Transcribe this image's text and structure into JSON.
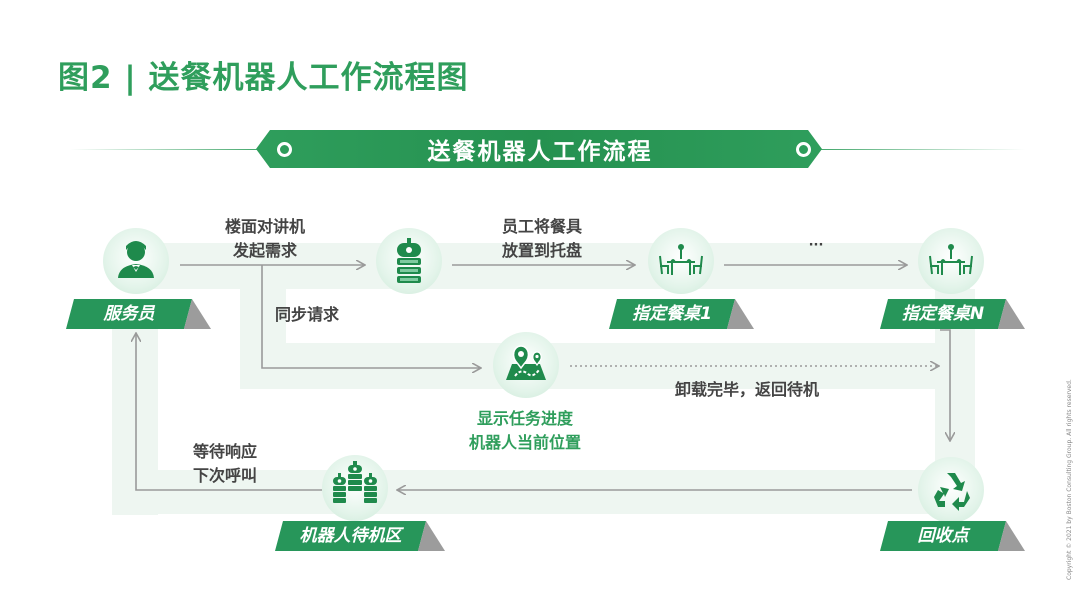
{
  "title": "图2 | 送餐机器人工作流程图",
  "banner": "送餐机器人工作流程",
  "nodes": {
    "waiter": "服务员",
    "table1": "指定餐桌1",
    "tableN": "指定餐桌N",
    "recycle": "回收点",
    "standby": "机器人待机区"
  },
  "texts": {
    "intercom_line1": "楼面对讲机",
    "intercom_line2": "发起需求",
    "staff_line1": "员工将餐具",
    "staff_line2": "放置到托盘",
    "ellipsis": "···",
    "sync": "同步请求",
    "unload": "卸载完毕，返回待机",
    "progress_line1": "显示任务进度",
    "progress_line2": "机器人当前位置",
    "wait_line1": "等待响应",
    "wait_line2": "下次呼叫"
  },
  "copyright": "Copyright © 2021 by Boston Consulting Group. All rights reserved.",
  "colors": {
    "green": "#2f9e5c",
    "dark_green": "#1f8a4c",
    "light_band": "#eef6f1",
    "arrow": "#9a9a9a"
  },
  "icons": [
    "waiter-icon",
    "robot-icon",
    "dining-table-icon",
    "map-icon",
    "recycle-icon",
    "robot-group-icon"
  ]
}
